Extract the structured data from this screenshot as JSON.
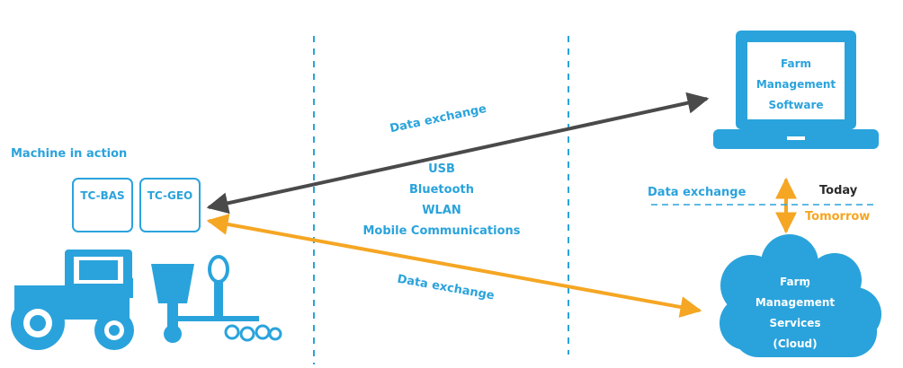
{
  "colors": {
    "blue": "#2aa3dc",
    "dark_arrow": "#4a4a4a",
    "orange": "#f5a623",
    "text_dark": "#2b2b2b",
    "white": "#ffffff"
  },
  "machine": {
    "heading": "Machine in action",
    "modules": [
      "TC-BAS",
      "TC-GEO"
    ]
  },
  "connections": {
    "top_arrow_label": "Data exchange",
    "bottom_arrow_label": "Data exchange",
    "methods": [
      "USB",
      "Bluetooth",
      "WLAN",
      "Mobile Communications"
    ]
  },
  "software": {
    "lines": [
      "Farm",
      "Management",
      "Software"
    ]
  },
  "cloud": {
    "lines": [
      "Farm",
      "Management",
      "Services",
      "(Cloud)"
    ]
  },
  "vertical_link": {
    "label": "Data exchange",
    "today": "Today",
    "tomorrow": "Tomorrow"
  },
  "icons": {
    "tractor": "tractor-icon",
    "machine": "seed-drill-icon",
    "laptop": "laptop-icon",
    "cloud": "cloud-icon"
  }
}
